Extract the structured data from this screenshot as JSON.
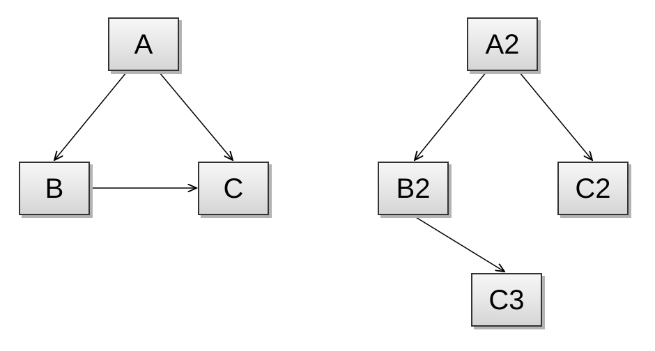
{
  "page": {
    "background_color": "#ffffff",
    "description": "Two directed node-link graphs side by side"
  },
  "styles": {
    "node_border_color": "#333333",
    "node_fill_top": "#f6f6f6",
    "node_fill_bottom": "#d5d5d5",
    "node_shadow_color": "#b3b3b3",
    "edge_color": "#000000",
    "label_color": "#000000"
  },
  "diagrams": [
    {
      "name": "left-graph",
      "nodes": [
        {
          "id": "A",
          "label": "A"
        },
        {
          "id": "B",
          "label": "B"
        },
        {
          "id": "C",
          "label": "C"
        }
      ],
      "edges": [
        {
          "from": "A",
          "to": "B",
          "directed": true
        },
        {
          "from": "A",
          "to": "C",
          "directed": true
        },
        {
          "from": "B",
          "to": "C",
          "directed": true
        }
      ]
    },
    {
      "name": "right-graph",
      "nodes": [
        {
          "id": "A2",
          "label": "A2"
        },
        {
          "id": "B2",
          "label": "B2"
        },
        {
          "id": "C2",
          "label": "C2"
        },
        {
          "id": "C3",
          "label": "C3"
        }
      ],
      "edges": [
        {
          "from": "A2",
          "to": "B2",
          "directed": true
        },
        {
          "from": "A2",
          "to": "C2",
          "directed": true
        },
        {
          "from": "B2",
          "to": "C3",
          "directed": true
        }
      ]
    }
  ]
}
